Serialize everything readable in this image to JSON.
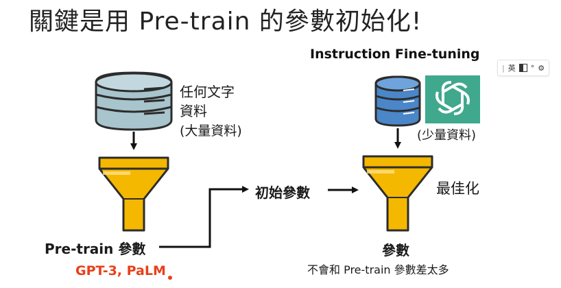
{
  "slide": {
    "title": "關鍵是用 Pre-train 的參數初始化!",
    "left_column": {
      "db_label_line1": "任何文字",
      "db_label_line2": "資料",
      "db_label_line3": "(大量資料)",
      "output_label": "Pre-train 參數",
      "models_label": "GPT-3, PaLM"
    },
    "middle": {
      "init_label": "初始參數"
    },
    "right_column": {
      "heading": "Instruction Fine-tuning",
      "small_data_label": "(少量資料)",
      "optimize_label": "最佳化",
      "output_label": "參數",
      "note": "不會和 Pre-train 參數差太多"
    }
  },
  "ime_toolbar": {
    "separator": "|",
    "lang": "英",
    "mode_icon": "half-width-icon",
    "punct_icon": "punctuation-icon",
    "settings_icon": "gear-icon"
  },
  "colors": {
    "funnel": "#F5B800",
    "funnel_dark": "#D99A00",
    "db_left": "#A8C4CC",
    "db_right": "#4A86C8",
    "openai_bg": "#3FA88D",
    "models_red": "#E8401A"
  }
}
